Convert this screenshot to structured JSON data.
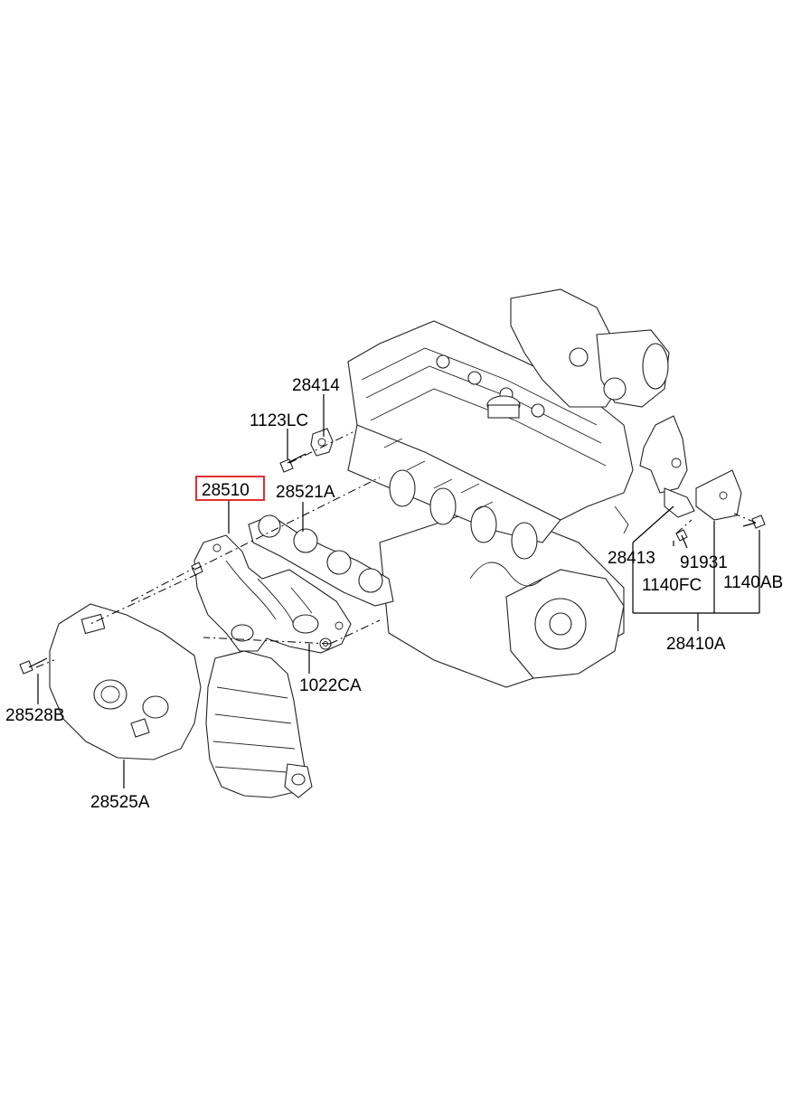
{
  "diagram": {
    "highlight_color": "#e0191c",
    "highlighted_part": "28510",
    "labels": {
      "p28414": "28414",
      "p1123LC": "1123LC",
      "p28510": "28510",
      "p28521A": "28521A",
      "p28413": "28413",
      "p91931": "91931",
      "p1140FC": "1140FC",
      "p1140AB": "1140AB",
      "p28410A": "28410A",
      "p1022CA": "1022CA",
      "p28528B": "28528B",
      "p28525A": "28525A"
    }
  }
}
